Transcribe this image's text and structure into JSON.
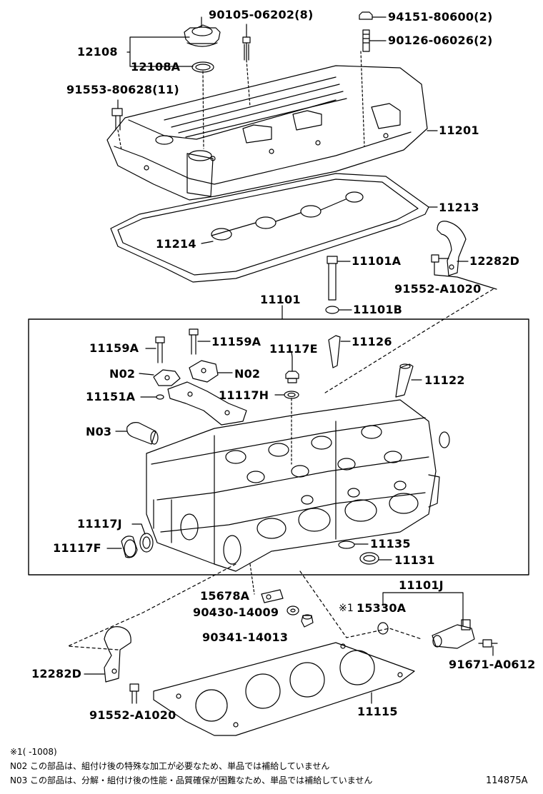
{
  "colors": {
    "line": "#000000",
    "background": "#ffffff"
  },
  "labels": {
    "p90105": "90105-06202(8)",
    "p94151": "94151-80600(2)",
    "p90126": "90126-06026(2)",
    "p12108": "12108",
    "p12108a": "12108A",
    "p91553": "91553-80628(11)",
    "p11201": "11201",
    "p11213": "11213",
    "p11214": "11214",
    "p12282d_top": "12282D",
    "p11101a": "11101A",
    "p91552_top": "91552-A1020",
    "p11101b": "11101B",
    "p11101": "11101",
    "p11159a_left": "11159A",
    "p11159a_mid": "11159A",
    "p11117e": "11117E",
    "p11126": "11126",
    "pn02_left": "N02",
    "pn02_right": "N02",
    "p11122": "11122",
    "p11151a": "11151A",
    "p11117h": "11117H",
    "pn03": "N03",
    "p11117j": "11117J",
    "p11117f": "11117F",
    "p11135": "11135",
    "p11131": "11131",
    "p11101j": "11101J",
    "p15678a": "15678A",
    "p15330a_mark": "※1",
    "p15330a": "15330A",
    "p90430": "90430-14009",
    "p90341": "90341-14013",
    "p12282d_bot": "12282D",
    "p91671": "91671-A0612",
    "p91552_bot": "91552-A1020",
    "p11115": "11115"
  },
  "notes": {
    "note1": "※1(      -1008)",
    "note2": "N02 この部品は、組付け後の特殊な加工が必要なため、単品では補給していません",
    "note3": "N03 この部品は、分解・組付け後の性能・品質確保が困難なため、単品では補給していません"
  },
  "diagram_id": "114875A"
}
